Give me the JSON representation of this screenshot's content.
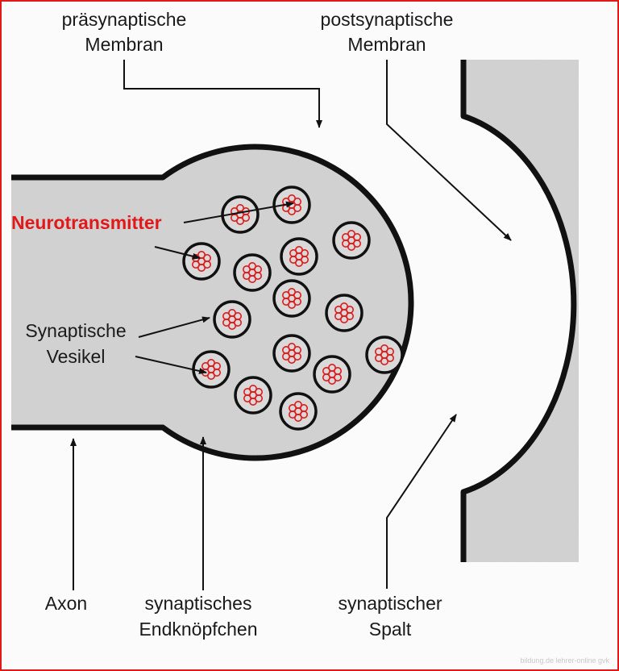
{
  "labels": {
    "presynaptic": [
      "präsynaptische",
      "Membran"
    ],
    "postsynaptic": [
      "postsynaptische",
      "Membran"
    ],
    "neurotransmitter": "Neurotransmitter",
    "vesicles": [
      "Synaptische",
      "Vesikel"
    ],
    "axon": "Axon",
    "bouton": [
      "synaptisches",
      "Endknöpfchen"
    ],
    "cleft": [
      "synaptischer",
      "Spalt"
    ]
  },
  "watermark": "bildung.de  lehrer-online  gvk",
  "colors": {
    "frame": "#e0191a",
    "tissue": "#c8c8c8",
    "membrane": "#111111",
    "neurotransmitter": "#e0191a",
    "text": "#1a1a1a"
  }
}
